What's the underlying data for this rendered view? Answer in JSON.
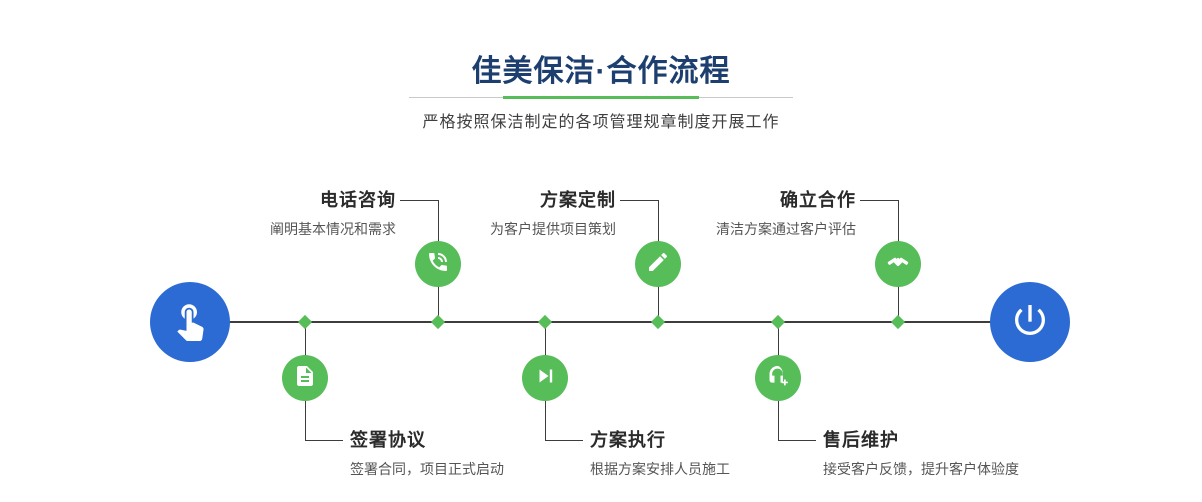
{
  "header": {
    "title": "佳美保洁·合作流程",
    "subtitle": "严格按照保洁制定的各项管理规章制度开展工作"
  },
  "colors": {
    "title_navy": "#1d3f70",
    "accent_green": "#57bd58",
    "endpoint_blue": "#2b6bd3",
    "line_dark": "#3d3d3d"
  },
  "endpoints": {
    "start_icon": "hand-pointer-icon",
    "end_icon": "power-icon"
  },
  "steps": [
    {
      "title": "电话咨询",
      "desc": "阐明基本情况和需求",
      "icon": "phone-icon",
      "position": "top"
    },
    {
      "title": "方案定制",
      "desc": "为客户提供项目策划",
      "icon": "pencil-icon",
      "position": "top"
    },
    {
      "title": "确立合作",
      "desc": "清洁方案通过客户评估",
      "icon": "handshake-icon",
      "position": "top"
    },
    {
      "title": "签署协议",
      "desc": "签署合同，项目正式启动",
      "icon": "contract-icon",
      "position": "bottom"
    },
    {
      "title": "方案执行",
      "desc": "根据方案安排人员施工",
      "icon": "play-icon",
      "position": "bottom"
    },
    {
      "title": "售后维护",
      "desc": "接受客户反馈，提升客户体验度",
      "icon": "headset-icon",
      "position": "bottom"
    }
  ]
}
